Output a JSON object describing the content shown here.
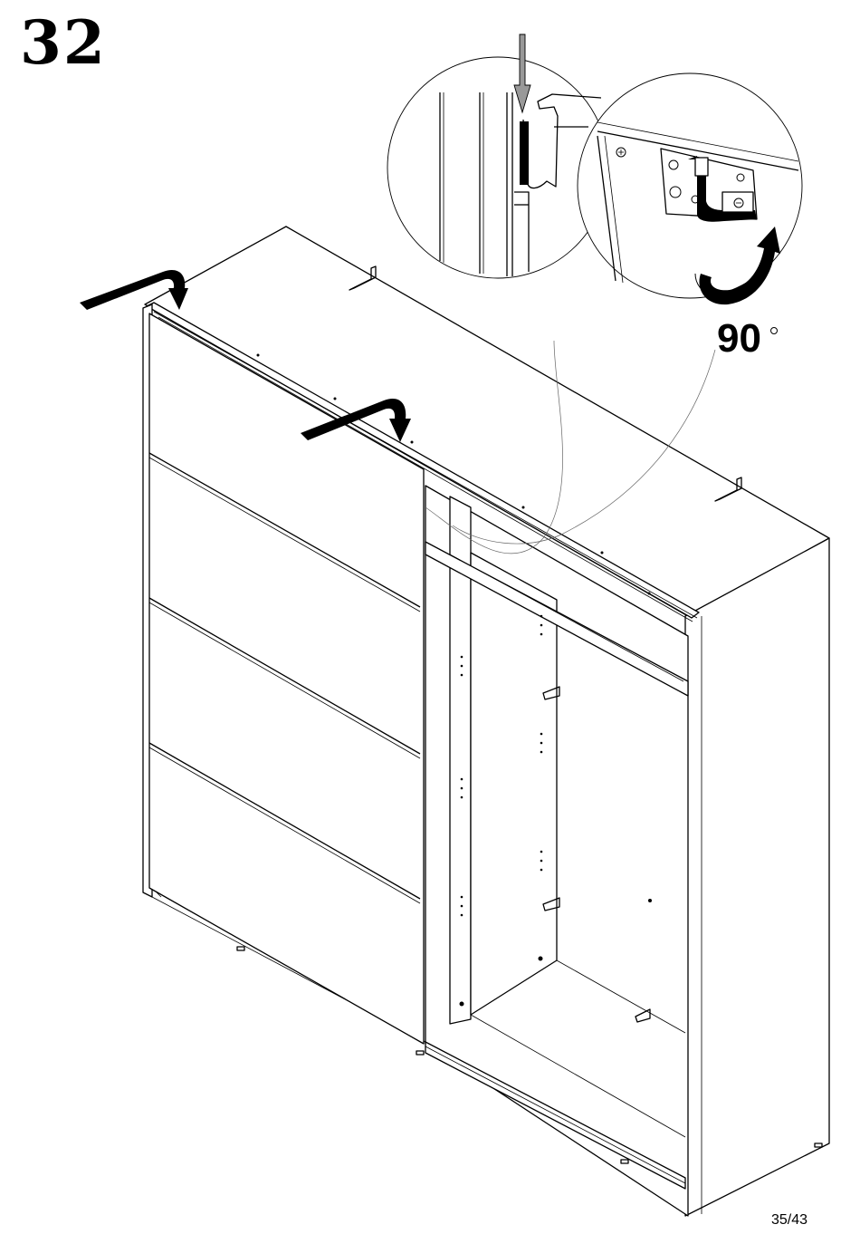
{
  "step": {
    "number": "32"
  },
  "detail": {
    "rotation_angle": "90"
  },
  "footer": {
    "page": "35/43"
  },
  "icons": {
    "push_arrow_left": "curved-push-arrow-icon",
    "push_arrow_right": "curved-push-arrow-icon",
    "rotate_arrow": "rotate-arrow-icon",
    "insert_arrow": "down-arrow-icon"
  }
}
